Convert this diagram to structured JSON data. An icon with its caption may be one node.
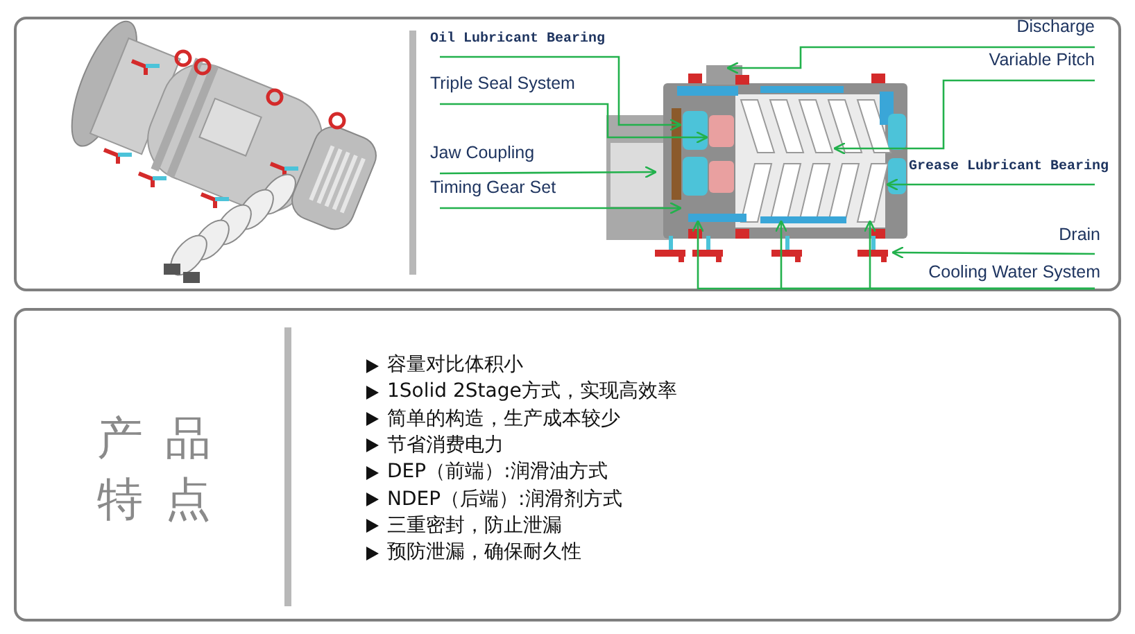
{
  "diagram": {
    "nodes": [
      {
        "text": [],
        "shape": "box"
      },
      {
        "text": [
          "Oil Lubricant Bearing"
        ],
        "in": 0
      },
      {
        "text": [
          "Triple Seal System"
        ],
        "in": 0
      },
      {
        "text": [
          "Jaw Coupling"
        ],
        "in": 0
      },
      {
        "text": [
          "Timing Gear Set"
        ],
        "in": 0
      },
      {
        "text": [
          "Discharge"
        ],
        "in": 0
      },
      {
        "text": [
          "Variable Pitch"
        ],
        "in": 0
      },
      {
        "text": [
          "Grease Lubricant Bearing"
        ],
        "in": 0
      },
      {
        "text": [
          "Drain"
        ],
        "in": 0
      },
      {
        "text": [
          "Cooling Water System"
        ],
        "in": 0
      },
      {
        "text": [],
        "shape": "picture",
        "in": 0
      },
      {
        "text": [
          "产品特点",
          "容量对比体积小",
          "1Solid 2Stage方式，实现高效率",
          "简单的构造，生产成本较少",
          "节省消费电力",
          "DEP（前端）:润滑油方式",
          "NDEP（后端）:润滑剂方式",
          "三重密封，防止泄漏",
          "预防泄漏，确保耐久性"
        ]
      }
    ],
    "edges": [
      {
        "from": 1,
        "to": 10,
        "arrow": "to"
      },
      {
        "from": 2,
        "to": 10,
        "arrow": "to"
      },
      {
        "from": 3,
        "to": 10,
        "arrow": "to"
      },
      {
        "from": 4,
        "to": 10,
        "arrow": "to"
      },
      {
        "from": 5,
        "to": 10,
        "arrow": "to"
      },
      {
        "from": 6,
        "to": 10,
        "arrow": "to"
      },
      {
        "from": 7,
        "to": 10,
        "arrow": "to"
      },
      {
        "from": 8,
        "to": 10,
        "arrow": "to"
      },
      {
        "from": 9,
        "to": 10,
        "arrow": "to"
      },
      {
        "from": 9,
        "to": 10,
        "arrow": "to"
      },
      {
        "from": 9,
        "to": 10,
        "arrow": "to"
      }
    ]
  }
}
